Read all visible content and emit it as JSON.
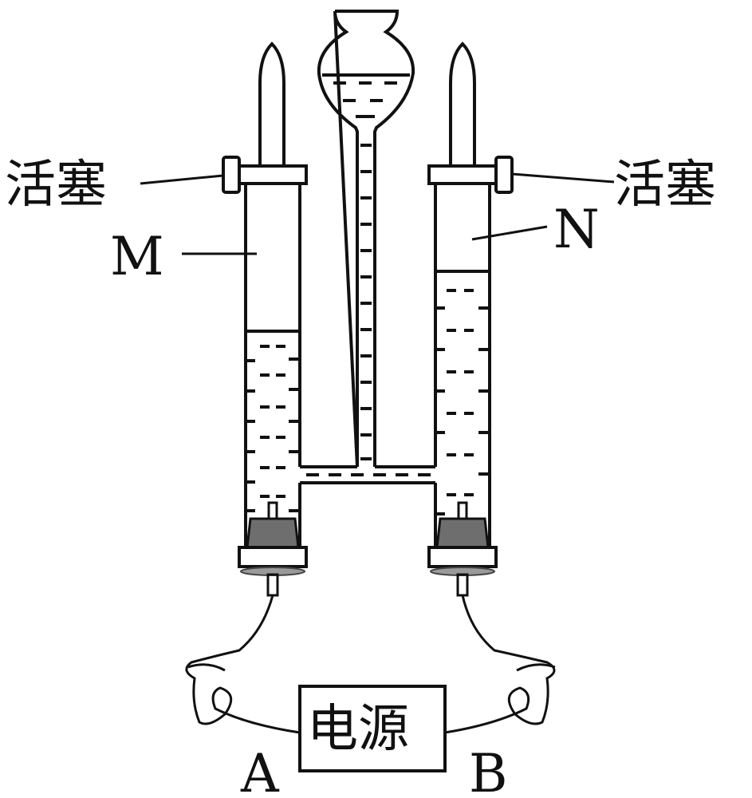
{
  "labels": {
    "stopcock_left": "活塞",
    "stopcock_right": "活塞",
    "tube_left": "M",
    "tube_right": "N",
    "power_supply": "电源",
    "terminal_left": "A",
    "terminal_right": "B"
  }
}
